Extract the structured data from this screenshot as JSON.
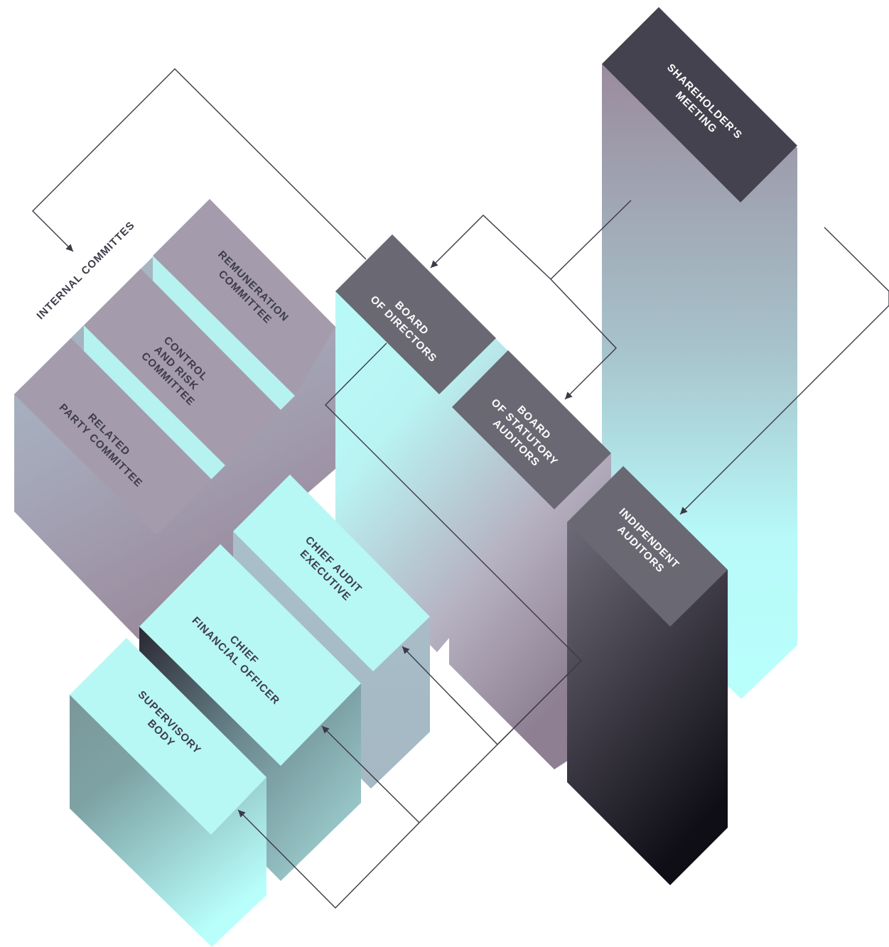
{
  "diagram": {
    "section_label": "INTERNAL COMMITTES",
    "nodes": {
      "shareholders": [
        "SHAREHOLDER'S",
        "MEETING"
      ],
      "board_directors": [
        "BOARD",
        "OF DIRECTORS"
      ],
      "statutory_auditors": [
        "BOARD",
        "OF STATUTORY",
        "AUDITORS"
      ],
      "independent_auditors": [
        "INDIPENDENT",
        "AUDITORS"
      ],
      "remuneration": [
        "REMUNERATION",
        "COMMITTEE"
      ],
      "control_risk": [
        "CONTROL",
        "AND RISK",
        "COMMITTEE"
      ],
      "related_party": [
        "RELATED",
        "PARTY COMMITTEE"
      ],
      "chief_audit": [
        "CHIEF AUDIT",
        "EXECUTIVE"
      ],
      "cfo": [
        "CHIEF",
        "FINANCIAL OFFICER"
      ],
      "supervisory": [
        "SUPERVISORY",
        "BODY"
      ]
    }
  },
  "colors": {
    "dark_cap": "#45424f",
    "mid_cap": "#6a6873",
    "lilac_cap": "#a49cad",
    "cyan_cap": "#b7f7f4",
    "dark_text": "#3e3c4a",
    "connector": "#3b3a45"
  }
}
